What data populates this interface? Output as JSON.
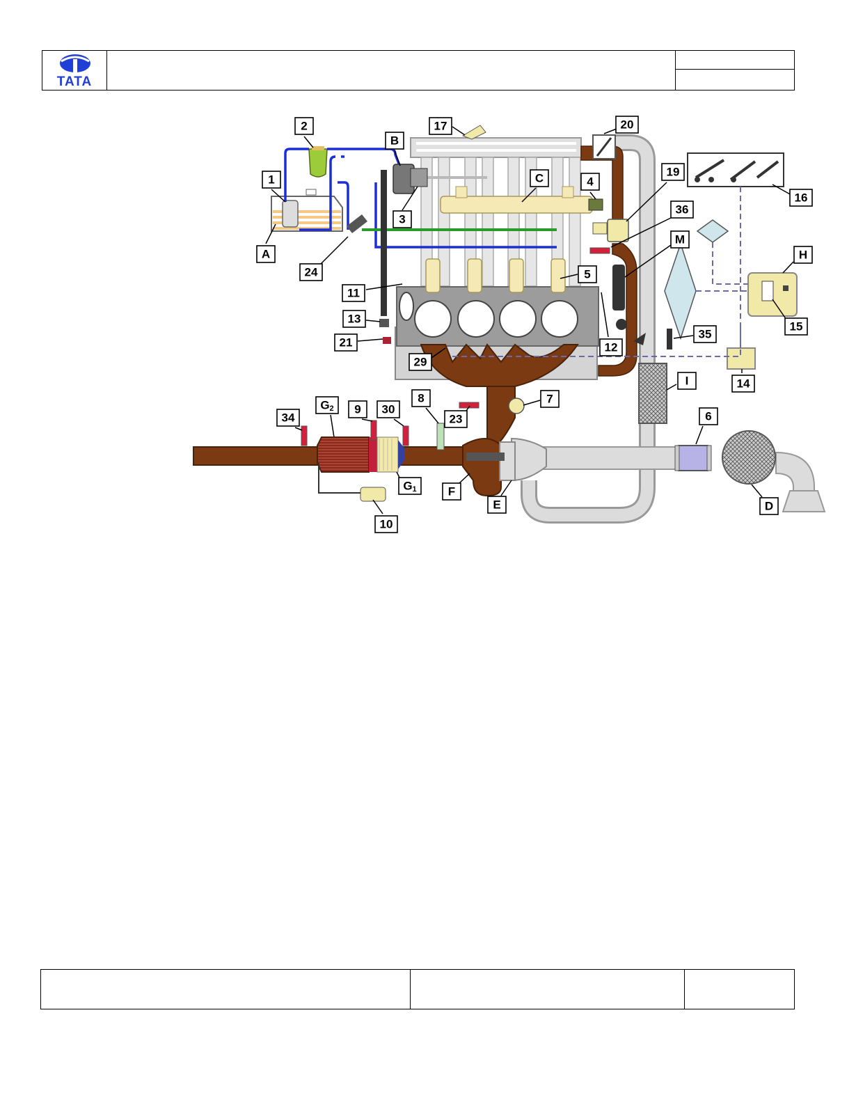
{
  "header": {
    "logo_text": "TATA",
    "brand_color": "#1f3fd6"
  },
  "diagram": {
    "colors": {
      "fuel_line": "#1b2fd6",
      "return_line": "#2a9a2a",
      "exhaust": "#7b3a12",
      "intake": "#d9d9d9",
      "signal_line": "#6a6aa8"
    },
    "labels": [
      "1",
      "2",
      "3",
      "4",
      "5",
      "6",
      "7",
      "8",
      "9",
      "10",
      "11",
      "12",
      "13",
      "14",
      "15",
      "16",
      "17",
      "19",
      "20",
      "21",
      "23",
      "24",
      "29",
      "30",
      "34",
      "35",
      "36",
      "A",
      "B",
      "C",
      "D",
      "E",
      "F",
      "H",
      "I",
      "M",
      "G2",
      "G1"
    ]
  }
}
